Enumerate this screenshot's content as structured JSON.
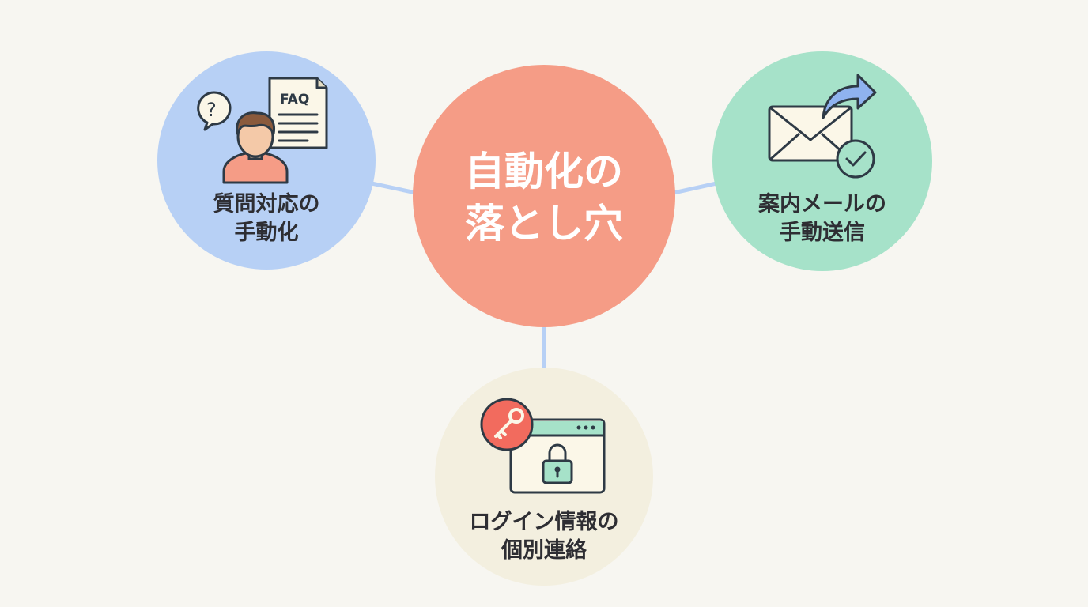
{
  "colors": {
    "background": "#f7f6f1",
    "center": "#f59c86",
    "left": "#b7d0f5",
    "right": "#a6e2c9",
    "bottom": "#f3efdf",
    "connector": "#b7d0f5",
    "outline": "#2e3a45"
  },
  "center": {
    "title_line1": "自動化の",
    "title_line2": "落とし穴"
  },
  "nodes": {
    "left": {
      "label_line1": "質問対応の",
      "label_line2": "手動化",
      "icons": [
        "question-bubble-icon",
        "person-icon",
        "faq-document-icon"
      ],
      "faq_text": "FAQ",
      "question_mark": "?"
    },
    "right": {
      "label_line1": "案内メールの",
      "label_line2": "手動送信",
      "icons": [
        "envelope-icon",
        "send-arrow-icon",
        "check-circle-icon"
      ]
    },
    "bottom": {
      "label_line1": "ログイン情報の",
      "label_line2": "個別連絡",
      "icons": [
        "key-icon",
        "browser-window-icon",
        "padlock-icon"
      ]
    }
  }
}
